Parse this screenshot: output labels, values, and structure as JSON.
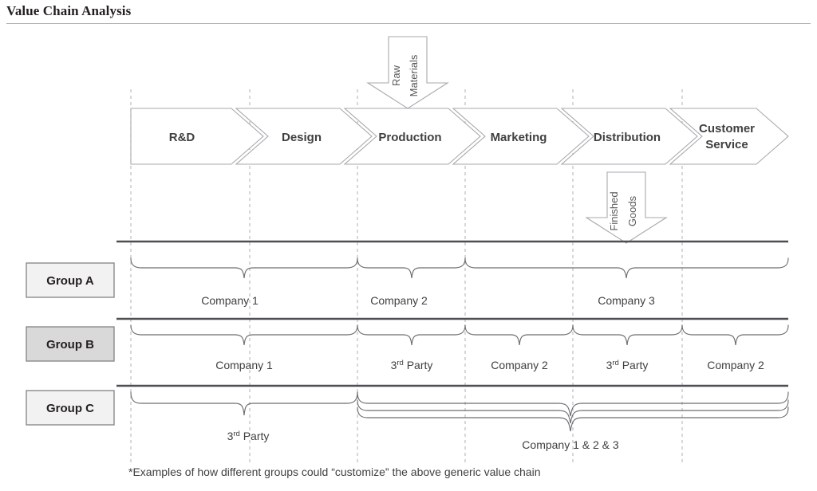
{
  "page": {
    "title": "Value Chain Analysis",
    "footnote": "*Examples of how different groups could “customize” the above generic value chain"
  },
  "colors": {
    "title_text": "#231f20",
    "rule": "#4d4f53",
    "chevron_stroke": "#a7a9ac",
    "dashed_guide": "#bcbdc0",
    "brace": "#6d6e71",
    "group_a_fill": "#f2f2f2",
    "group_b_fill": "#d9d9d9",
    "group_c_fill": "#f2f2f2",
    "group_box_stroke": "#808285"
  },
  "value_chain": {
    "stages": [
      {
        "label": "R&D"
      },
      {
        "label": "Design"
      },
      {
        "label": "Production"
      },
      {
        "label": "Marketing"
      },
      {
        "label": "Distribution"
      },
      {
        "label": "Customer Service",
        "line1": "Customer",
        "line2": "Service"
      }
    ]
  },
  "flow_arrows": [
    {
      "name": "raw-materials-arrow",
      "line1": "Raw",
      "line2": "Materials",
      "direction": "down",
      "target_stage": "Production"
    },
    {
      "name": "finished-goods-arrow",
      "line1": "Finished",
      "line2": "Goods",
      "direction": "down",
      "target_stage": "Distribution"
    }
  ],
  "groups": [
    {
      "id": "group-a",
      "label": "Group A",
      "fill": "#f2f2f2",
      "segments": [
        {
          "label": "Company 1",
          "plain": "Company 1",
          "spans": 2
        },
        {
          "label": "Company 2",
          "plain": "Company 2",
          "spans": 1
        },
        {
          "label": "Company 3",
          "plain": "Company 3",
          "spans": 2
        }
      ]
    },
    {
      "id": "group-b",
      "label": "Group B",
      "fill": "#d9d9d9",
      "segments": [
        {
          "label": "Company 1",
          "plain": "Company 1",
          "spans": 2
        },
        {
          "label": "3rd Party",
          "base": "3",
          "sup": "rd",
          "rest": " Party",
          "spans": 1
        },
        {
          "label": "Company 2",
          "plain": "Company 2",
          "spans": 1
        },
        {
          "label": "3rd Party",
          "base": "3",
          "sup": "rd",
          "rest": " Party",
          "spans": 1
        },
        {
          "label": "Company 2",
          "plain": "Company 2",
          "spans": 1
        }
      ]
    },
    {
      "id": "group-c",
      "label": "Group C",
      "fill": "#f2f2f2",
      "segments": [
        {
          "label": "3rd Party",
          "base": "3",
          "sup": "rd",
          "rest": " Party",
          "spans": 2
        },
        {
          "label": "Company 1 & 2 & 3",
          "plain": "Company 1 & 2 & 3",
          "spans": 4,
          "nested_braces": 3
        }
      ]
    }
  ]
}
